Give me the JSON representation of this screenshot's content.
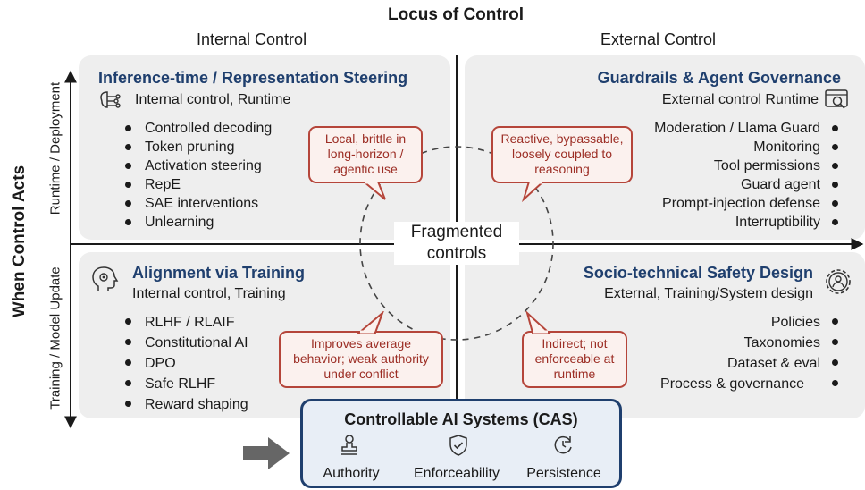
{
  "locus_title": "Locus of Control",
  "col_internal": "Internal Control",
  "col_external": "External Control",
  "when_title": "When Control Acts",
  "row_runtime": "Runtime / Deployment",
  "row_training": "Training / Model Update",
  "center_text": "Fragmented\ncontrols",
  "quadrants": {
    "tl": {
      "title": "Inference-time / Representation Steering",
      "subtitle": "Internal control, Runtime",
      "icon": "brain-circuit-icon",
      "items": [
        "Controlled decoding",
        "Token pruning",
        "Activation steering",
        "RepE",
        "SAE interventions",
        "Unlearning"
      ],
      "callout": "Local, brittle in\nlong-horizon /\nagentic use"
    },
    "tr": {
      "title": "Guardrails & Agent Governance",
      "subtitle": "External control Runtime",
      "icon": "monitor-search-icon",
      "items": [
        "Moderation / Llama Guard",
        "Monitoring",
        "Tool permissions",
        "Guard agent",
        "Prompt-injection defense",
        "Interruptibility"
      ],
      "callout": "Reactive, bypassable,\nloosely coupled to\nreasoning"
    },
    "bl": {
      "title": "Alignment via Training",
      "subtitle": "Internal control, Training",
      "icon": "head-gear-icon",
      "items": [
        "RLHF / RLAIF",
        "Constitutional AI",
        "DPO",
        "Safe RLHF",
        "Reward shaping"
      ],
      "callout": "Improves average\nbehavior; weak authority\nunder conflict"
    },
    "br": {
      "title": "Socio-technical Safety Design",
      "subtitle": "External, Training/System design",
      "icon": "gear-person-icon",
      "items": [
        "Policies",
        "Taxonomies",
        "Dataset & eval",
        "Process & governance"
      ],
      "callout": "Indirect; not\nenforceable at\nruntime"
    }
  },
  "cas": {
    "title": "Controllable AI Systems (CAS)",
    "pillars": [
      {
        "label": "Authority",
        "icon": "stamp-icon"
      },
      {
        "label": "Enforceability",
        "icon": "shield-check-icon"
      },
      {
        "label": "Persistence",
        "icon": "cycle-clock-icon"
      }
    ]
  },
  "colors": {
    "title_blue": "#1f3f6e",
    "callout_red": "#b5453a",
    "panel_gray": "#eeeeee",
    "cas_fill": "#e8eef6",
    "cas_border": "#1f3f6e",
    "arrow_gray": "#666666"
  }
}
